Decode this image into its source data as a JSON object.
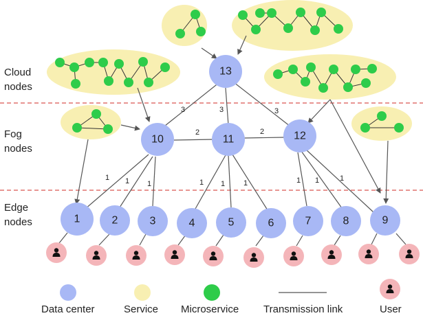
{
  "tiers": [
    {
      "line1": "Cloud",
      "line2": "nodes"
    },
    {
      "line1": "Fog",
      "line2": "nodes"
    },
    {
      "line1": "Edge",
      "line2": "nodes"
    }
  ],
  "nodes": {
    "n1": "1",
    "n2": "2",
    "n3": "3",
    "n4": "4",
    "n5": "5",
    "n6": "6",
    "n7": "7",
    "n8": "8",
    "n9": "9",
    "n10": "10",
    "n11": "11",
    "n12": "12",
    "n13": "13"
  },
  "edge_weights": {
    "w13_10": "3",
    "w13_11": "3",
    "w13_12": "3",
    "w10_11": "2",
    "w11_12": "2",
    "w10_1": "1",
    "w10_2": "1",
    "w10_3": "1",
    "w11_4": "1",
    "w11_5": "1",
    "w11_6": "1",
    "w12_7": "1",
    "w12_8": "1",
    "w12_9": "1"
  },
  "legend": {
    "data_center": "Data center",
    "service": "Service",
    "microservice": "Microservice",
    "transmission_link": "Transmission link",
    "user": "User"
  },
  "colors": {
    "data_center": "#a8b8f5",
    "service": "#f8efb2",
    "microservice": "#2ecc4a",
    "user": "#f4b5b9",
    "link": "#555555",
    "divider": "#d9534f"
  },
  "icons": {
    "user": "person-icon"
  }
}
